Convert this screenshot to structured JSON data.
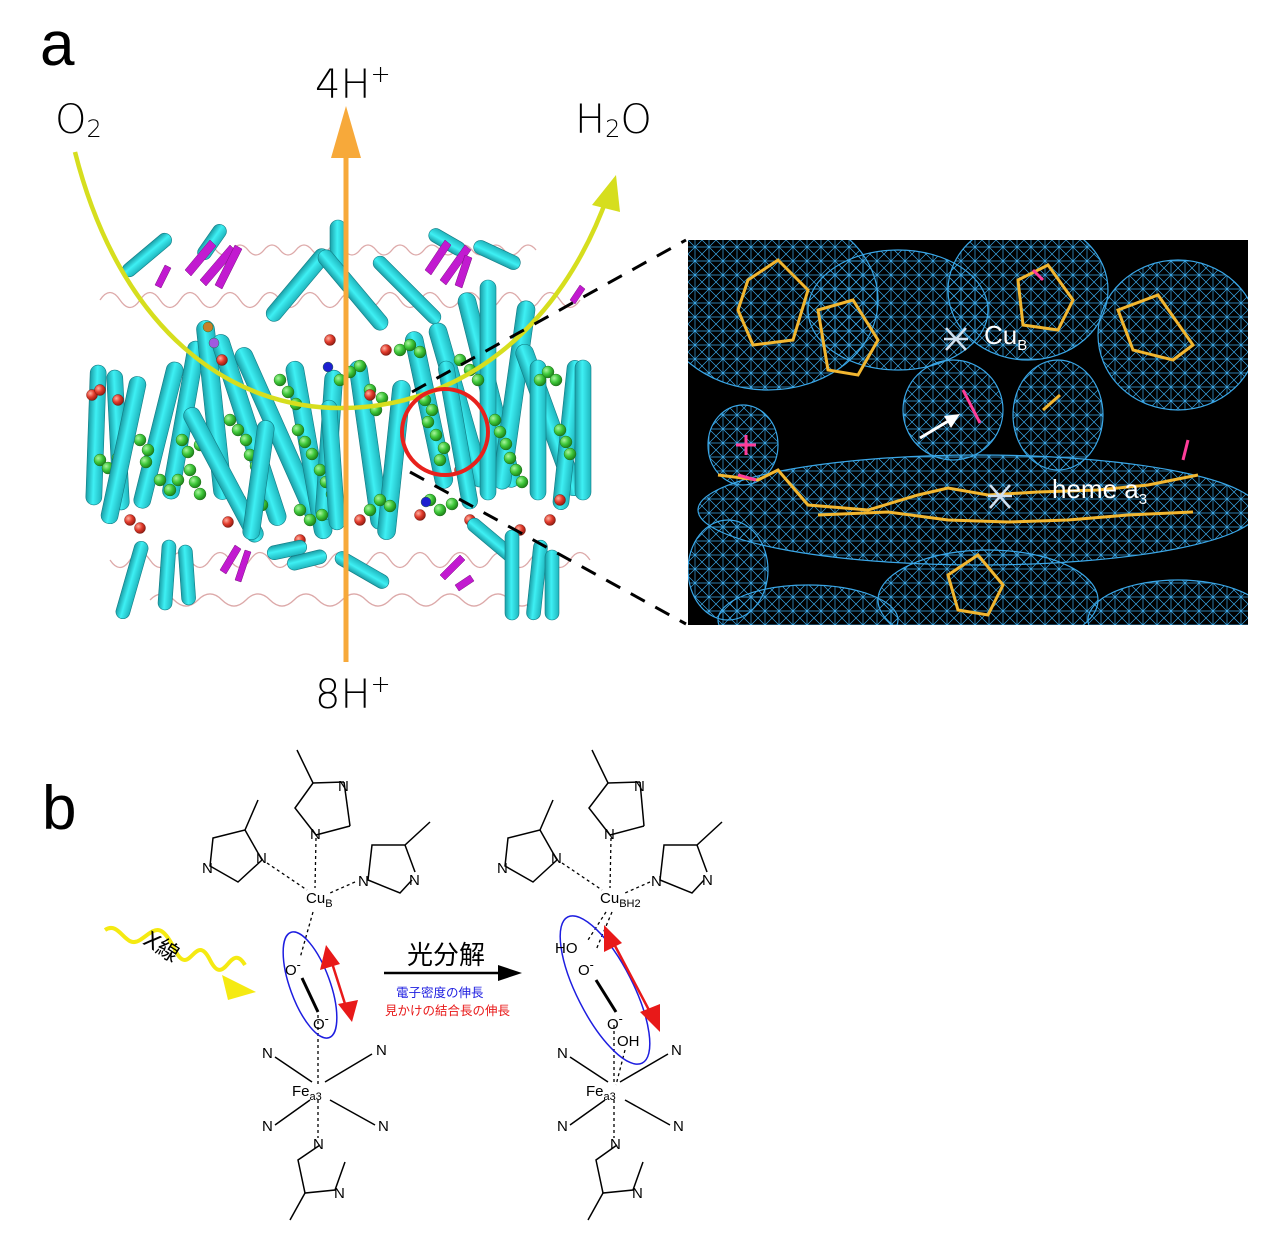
{
  "figure": {
    "panels": [
      {
        "label": "a",
        "structure_overview": {
          "description": "protein structure cylinder cartoon with green/red space-filling lipids",
          "colors": {
            "helix": "#2fd7de",
            "helix_dark": "#1a9ea6",
            "sheet": "#c21ad0",
            "lipid": "#3fc83a",
            "oxygen": "#e23b2c",
            "coil": "#d9a0a0"
          },
          "labels": {
            "o2": {
              "main": "O",
              "sub": "2"
            },
            "h2o": {
              "main": "H",
              "sub": "2",
              "tail": "O"
            },
            "proton_out": {
              "main": "4H",
              "sup": "+"
            },
            "proton_in": {
              "main": "8H",
              "sup": "+"
            }
          },
          "arrows": {
            "electron_path_color": "#d6de1e",
            "proton_path_color": "#f7a93a",
            "highlight_circle_color": "#e8211c"
          }
        },
        "density_inset": {
          "background": "#000000",
          "mesh_color": "#3aa6e6",
          "stick_color": "#f2b630",
          "labels": {
            "cub": {
              "main": "Cu",
              "sub": "B"
            },
            "heme": {
              "main": "heme a",
              "sub": "3"
            }
          }
        }
      },
      {
        "label": "b",
        "reaction": {
          "stimulus": "X線",
          "arrow_label": "光分解",
          "note_blue": "電子密度の伸長",
          "note_red": "見かけの結合長の伸長",
          "note_blue_color": "#1d1de0",
          "note_red_color": "#e81919",
          "wave_color": "#f5ea12",
          "left": {
            "cu": {
              "main": "Cu",
              "sub": "B"
            },
            "fe": {
              "main": "Fe",
              "sub": "a3"
            },
            "o_top": "O",
            "o_top_sup": "-",
            "o_bottom": "O",
            "o_bottom_sup": "-"
          },
          "right": {
            "cu": {
              "main": "Cu",
              "sub": "BH2"
            },
            "fe": {
              "main": "Fe",
              "sub": "a3"
            },
            "ho": "HO",
            "o_top": "O",
            "o_top_sup": "-",
            "o_bottom": "O",
            "o_bottom_sup": "-",
            "oh": "OH"
          },
          "nitrogen": "N"
        }
      }
    ]
  }
}
